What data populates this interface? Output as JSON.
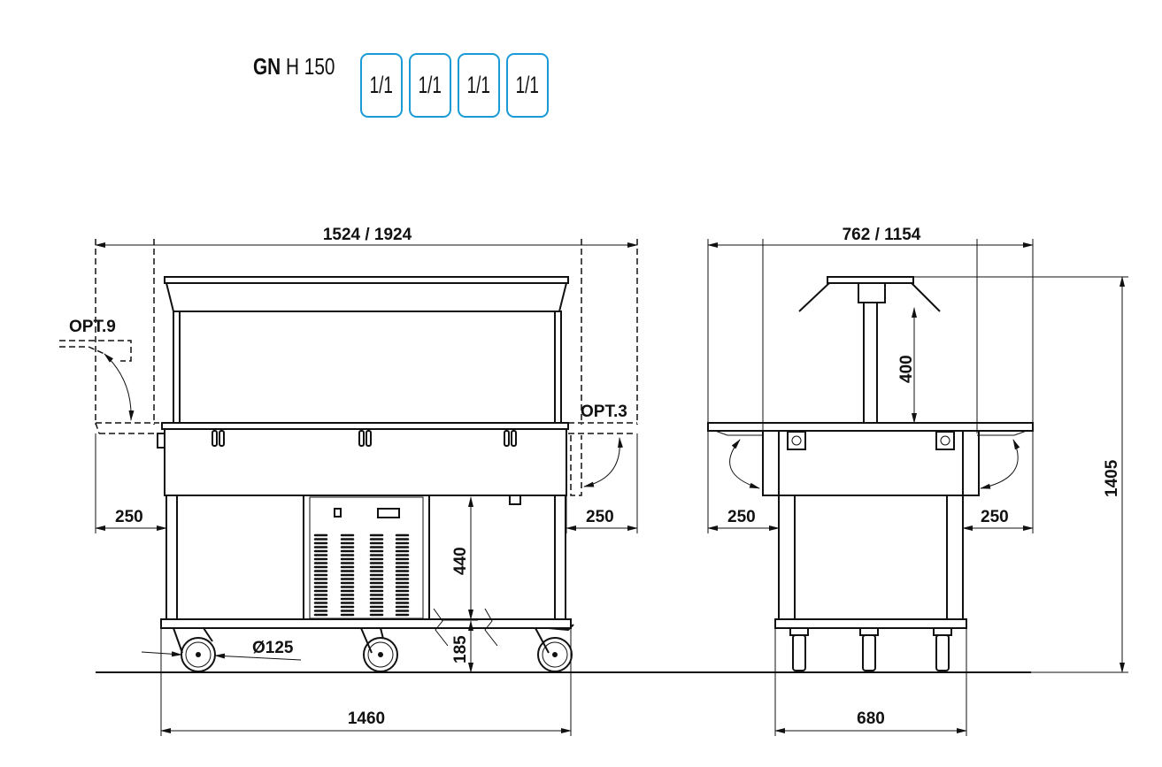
{
  "header": {
    "gn_bold": "GN",
    "gn_height": "H 150",
    "pans": [
      "1/1",
      "1/1",
      "1/1",
      "1/1"
    ]
  },
  "front_view": {
    "overall_width": "1524 / 1924",
    "option_left": "OPT.9",
    "option_right": "OPT.3",
    "shelf_left": "250",
    "shelf_right": "250",
    "cabinet_height": "440",
    "base_height": "185",
    "wheel_diameter": "Ø125",
    "base_width": "1460"
  },
  "side_view": {
    "overall_depth": "762 / 1154",
    "guard_height": "400",
    "total_height": "1405",
    "shelf_left": "250",
    "shelf_right": "250",
    "base_depth": "680"
  },
  "colors": {
    "accent": "#1a9ad6",
    "line": "#111111"
  }
}
